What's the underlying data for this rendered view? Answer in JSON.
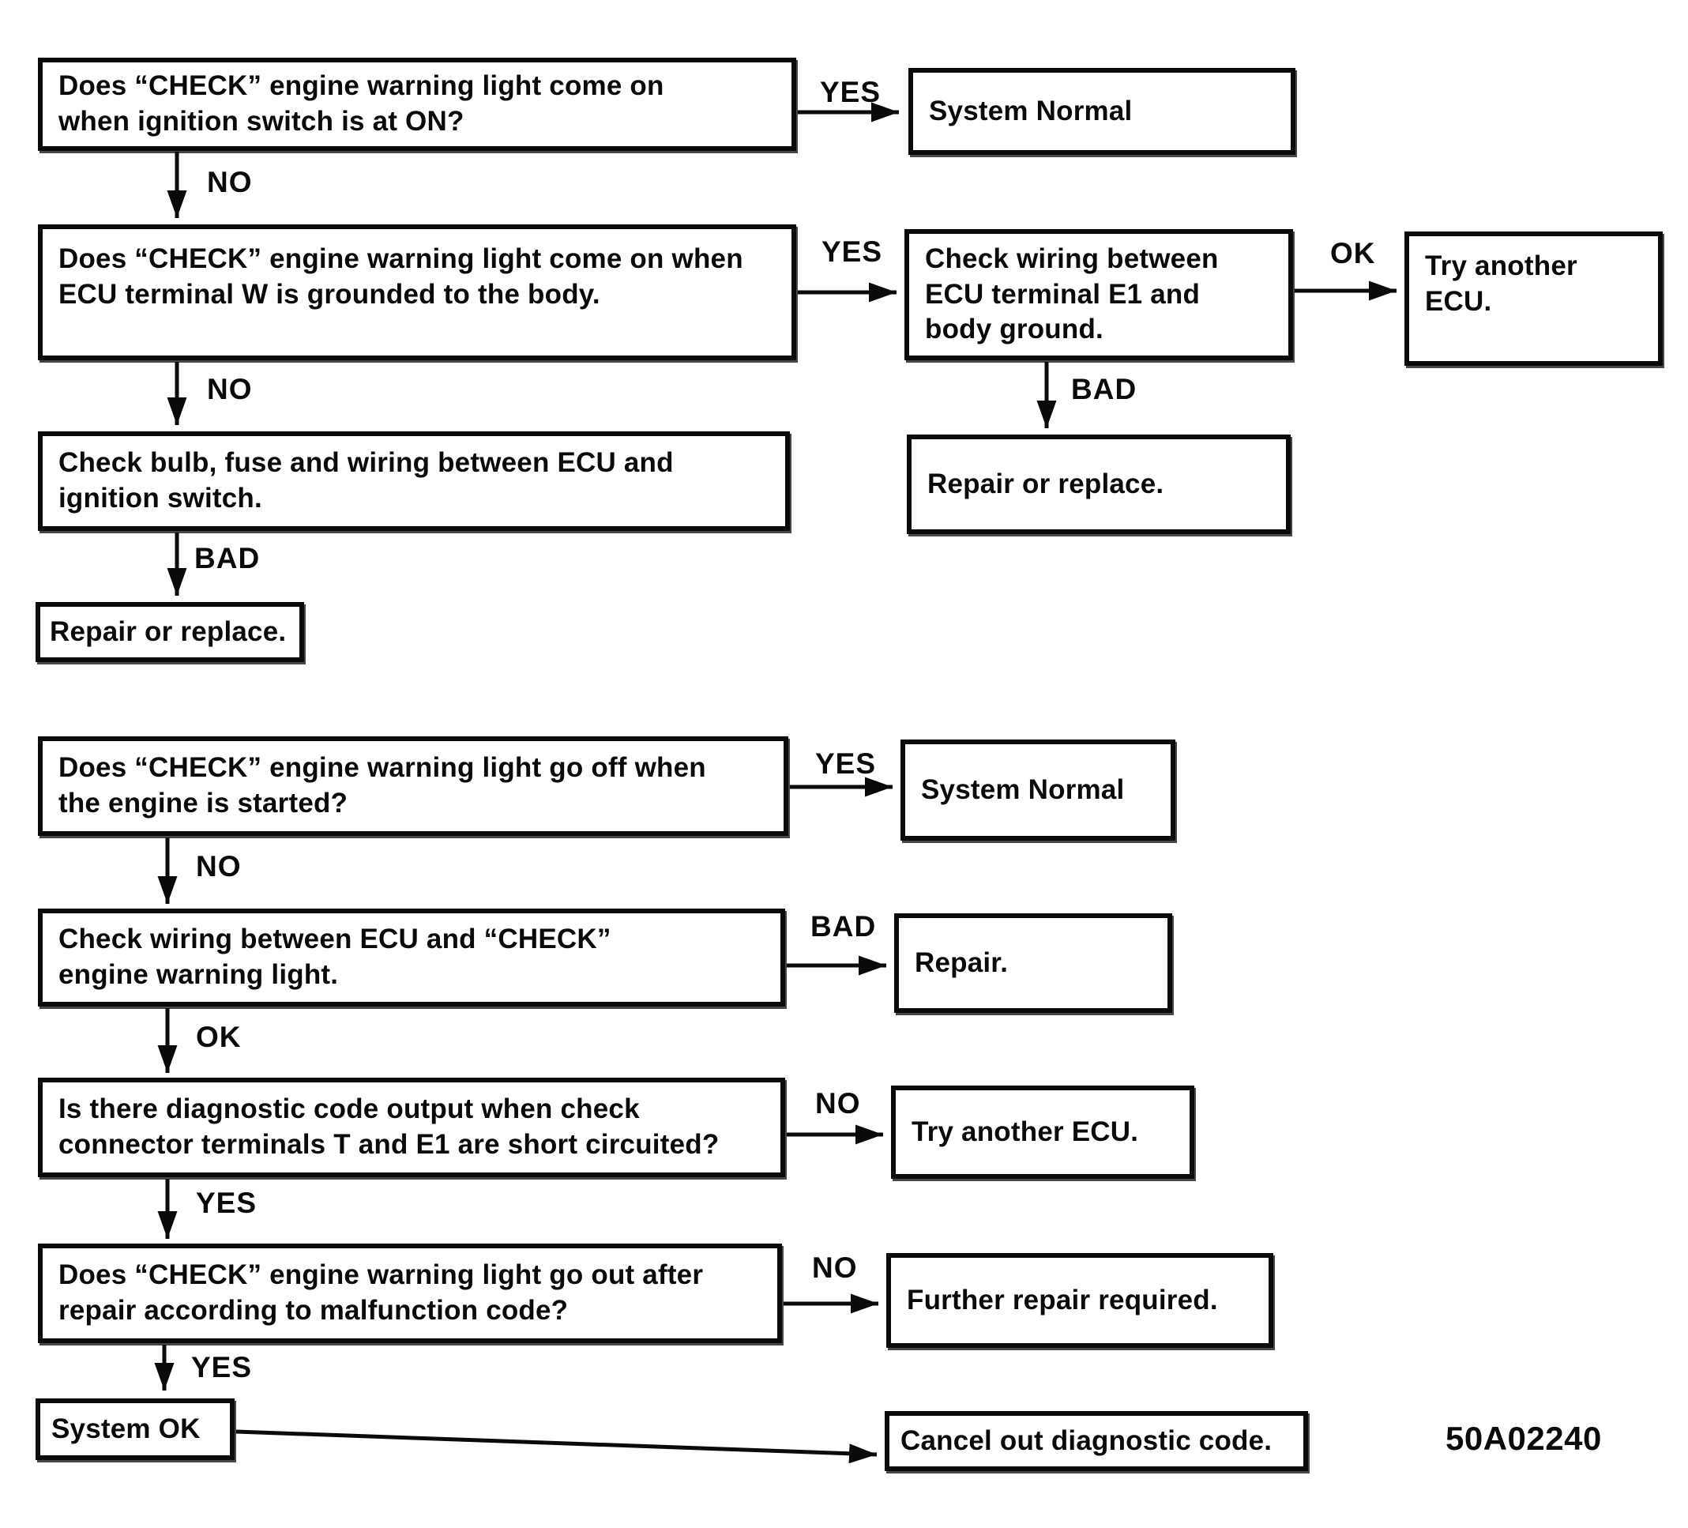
{
  "diagram": {
    "doc_code": "50A02240",
    "labels": {
      "yes": "YES",
      "no": "NO",
      "bad": "BAD",
      "ok": "OK"
    },
    "boxes": {
      "q1": "Does “CHECK” engine warning light come on\nwhen ignition switch is at ON?",
      "system_normal_1": "System Normal",
      "q2": "Does “CHECK” engine warning light come on when\nECU terminal W is grounded to the body.",
      "check_wiring_e1": "Check wiring between\nECU terminal E1 and\nbody ground.",
      "try_another_ecu_1": "Try another\nECU.",
      "repair_or_replace_1": "Repair or replace.",
      "check_bulb": "Check bulb, fuse and wiring between ECU and\nignition switch.",
      "repair_or_replace_2": "Repair or replace.",
      "q3": "Does “CHECK” engine warning light go off when\nthe engine is started?",
      "system_normal_2": "System Normal",
      "q4": "Check wiring between ECU and “CHECK”\nengine warning light.",
      "repair": "Repair.",
      "q5": "Is there diagnostic code output when check\nconnector terminals T and E1 are short circuited?",
      "try_another_ecu_2": "Try another ECU.",
      "q6": "Does “CHECK” engine warning light go out after\nrepair according to malfunction code?",
      "further_repair": "Further repair required.",
      "system_ok": "System OK",
      "cancel_code": "Cancel out diagnostic code."
    }
  }
}
